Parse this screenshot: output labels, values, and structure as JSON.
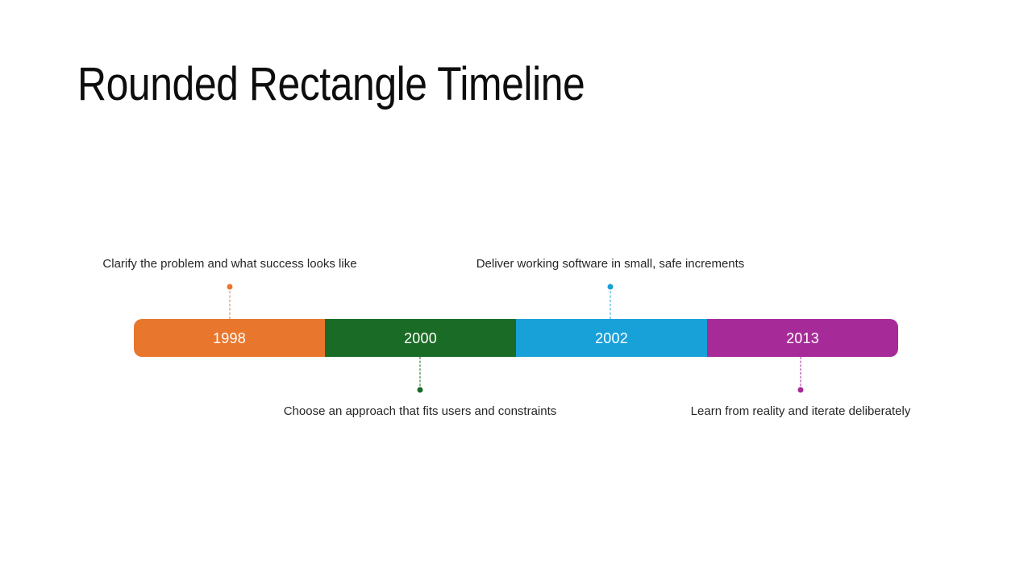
{
  "slide": {
    "title": "Rounded Rectangle Timeline",
    "background_color": "#FFFFFF",
    "text_color": "#262626"
  },
  "timeline": {
    "segments": [
      {
        "year": "1998",
        "color": "#E8762C",
        "label": "Clarify the problem and what success looks like",
        "label_position": "above"
      },
      {
        "year": "2000",
        "color": "#1A6B25",
        "label": "Choose an approach that fits users and constraints",
        "label_position": "below"
      },
      {
        "year": "2002",
        "color": "#18A0D8",
        "label": "Deliver working software in small, safe increments",
        "label_position": "above"
      },
      {
        "year": "2013",
        "color": "#A62A98",
        "label": "Learn from reality and iterate deliberately",
        "label_position": "below"
      }
    ]
  }
}
